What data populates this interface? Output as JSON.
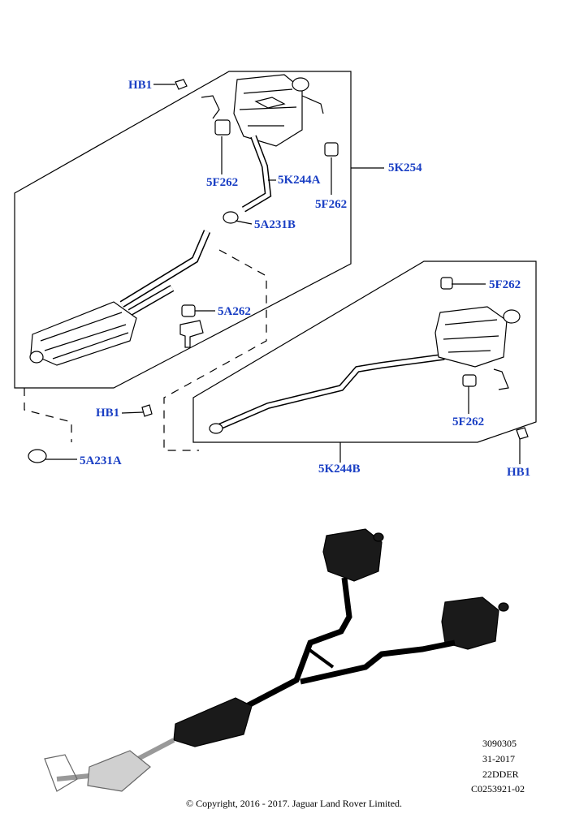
{
  "callouts": {
    "hb1_top": "HB1",
    "f262_left": "5F262",
    "k244a": "5K244A",
    "k254": "5K254",
    "f262_mid": "5F262",
    "a231b": "5A231B",
    "a262": "5A262",
    "hb1_mid": "HB1",
    "a231a": "5A231A",
    "f262_rt_top": "5F262",
    "f262_rt_bot": "5F262",
    "k244b": "5K244B",
    "hb1_right": "HB1"
  },
  "reference": {
    "line1": "3090305",
    "line2": "31-2017",
    "line3": "22DDER",
    "line4": "C0253921-02"
  },
  "copyright": "© Copyright, 2016 - 2017. Jaguar Land Rover Limited."
}
